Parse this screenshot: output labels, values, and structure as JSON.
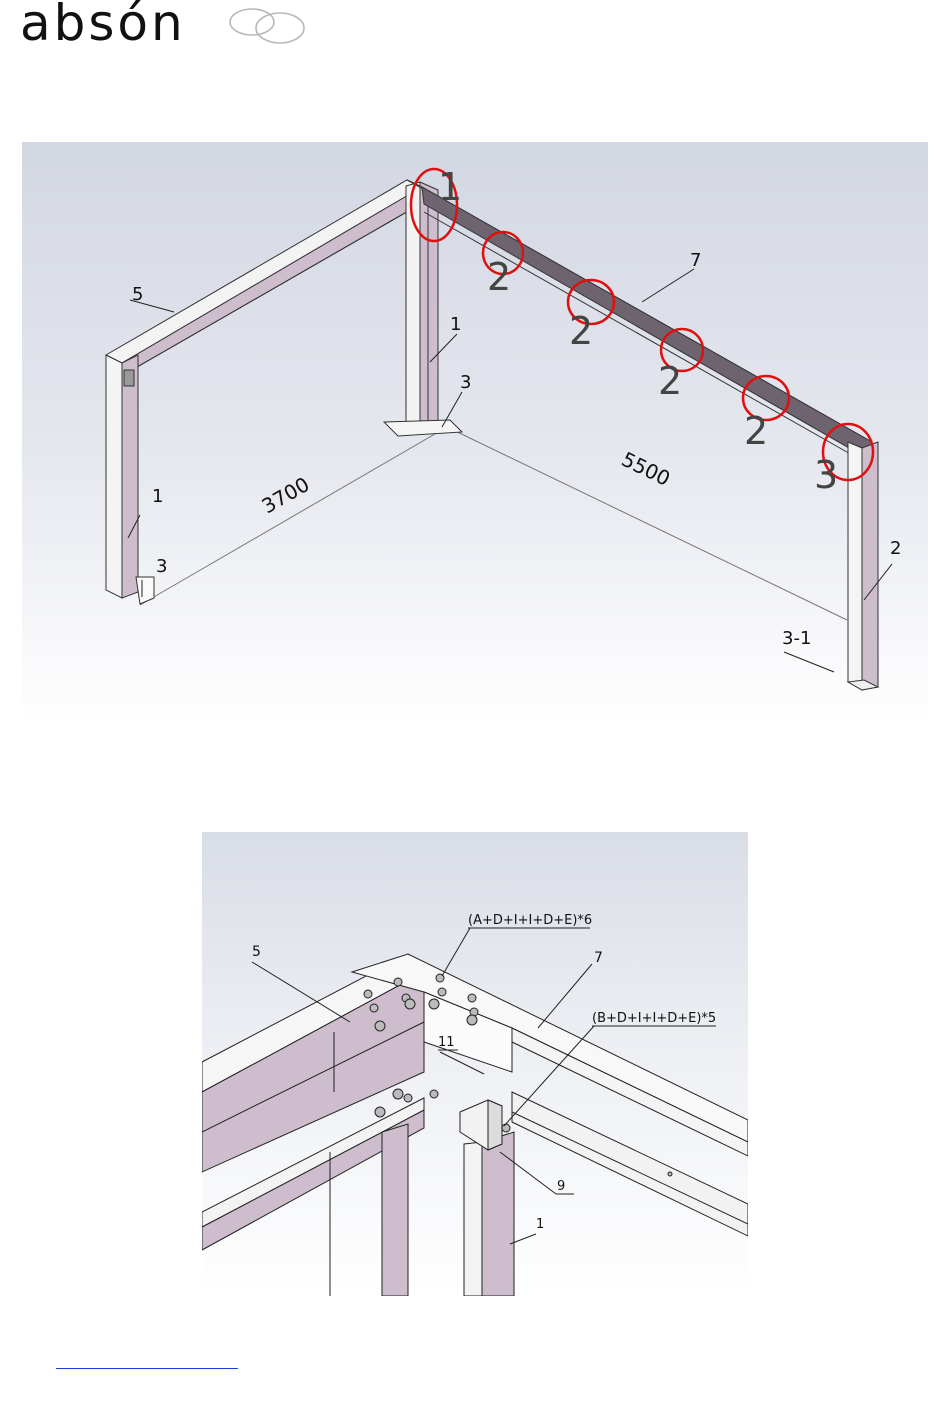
{
  "brand": {
    "name": "absón",
    "logo_text": "absón"
  },
  "figure1": {
    "part_labels": [
      {
        "id": "lbl-1-corner",
        "text": "1"
      },
      {
        "id": "lbl-7",
        "text": "7"
      },
      {
        "id": "lbl-5",
        "text": "5"
      },
      {
        "id": "lbl-1-mid",
        "text": "1"
      },
      {
        "id": "lbl-3-mid",
        "text": "3"
      },
      {
        "id": "lbl-1-left",
        "text": "1"
      },
      {
        "id": "lbl-3-left",
        "text": "3"
      },
      {
        "id": "lbl-2-right",
        "text": "2"
      },
      {
        "id": "lbl-3-1",
        "text": "3-1"
      }
    ],
    "dimensions": {
      "width": "3700",
      "length": "5500"
    },
    "callouts": [
      "1",
      "2",
      "2",
      "2",
      "2",
      "3"
    ]
  },
  "figure2": {
    "part_labels": [
      {
        "id": "d-5",
        "text": "5"
      },
      {
        "id": "d-7",
        "text": "7"
      },
      {
        "id": "d-11",
        "text": "11"
      },
      {
        "id": "d-9",
        "text": "9"
      },
      {
        "id": "d-1",
        "text": "1"
      }
    ],
    "fastener_notes": [
      "(A+D+I+I+D+E)*6",
      "(B+D+I+I+D+E)*5"
    ]
  },
  "colors": {
    "member": "#cdbdcd",
    "bg_top": "#d4d8e2",
    "bg_bottom": "#ffffff",
    "callout_ring": "#e01010",
    "link": "#1a3fd6"
  }
}
